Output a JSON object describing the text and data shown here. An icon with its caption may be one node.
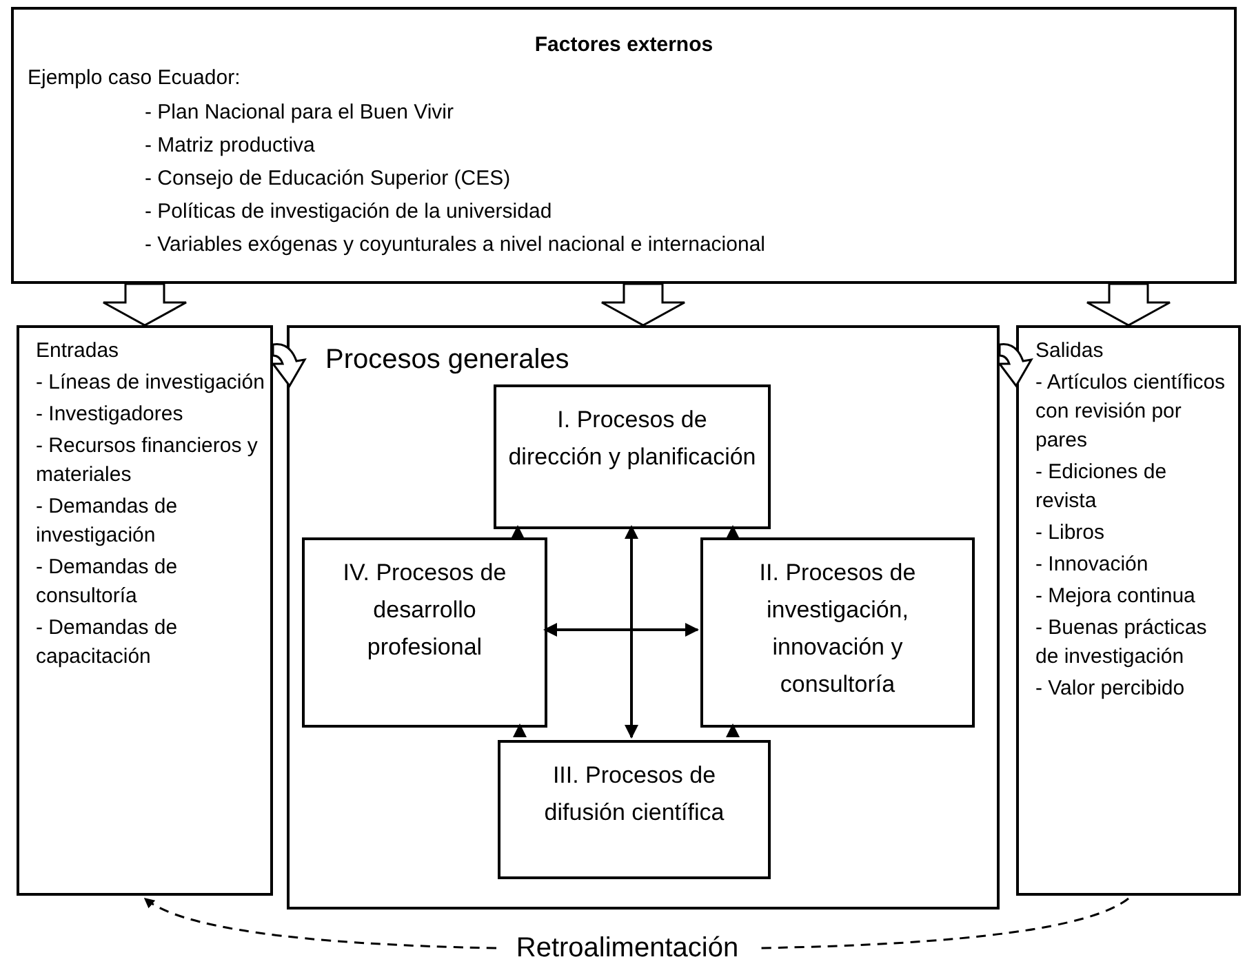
{
  "diagram": {
    "nodes": [
      {
        "text": [
          "Factores externos",
          "Ejemplo caso Ecuador:",
          "- Plan Nacional para el Buen Vivir",
          "- Matriz productiva",
          "- Consejo de Educación Superior (CES)",
          "- Políticas de investigación de la universidad",
          "- Variables exógenas y coyunturales a nivel nacional e internacional"
        ]
      },
      {
        "text": [
          "Entradas",
          "- Líneas de investigación",
          "- Investigadores",
          "- Recursos financieros y materiales",
          "- Demandas de investigación",
          "- Demandas de consultoría",
          "- Demandas de capacitación"
        ]
      },
      {
        "text": [
          "Procesos generales"
        ]
      },
      {
        "text": [
          "I. Procesos de dirección y planificación"
        ],
        "in": 2
      },
      {
        "text": [
          "II. Procesos de investigación, innovación y consultoría"
        ],
        "in": 2
      },
      {
        "text": [
          "III. Procesos de difusión científica"
        ],
        "in": 2
      },
      {
        "text": [
          "IV. Procesos de desarrollo profesional"
        ],
        "in": 2
      },
      {
        "text": [
          "Salidas",
          "- Artículos científicos con revisión por pares",
          "- Ediciones de revista",
          "- Libros",
          "- Innovación",
          "- Mejora continua",
          "- Buenas prácticas de investigación",
          "- Valor percibido"
        ]
      },
      {
        "text": [
          "Retroalimentación"
        ]
      }
    ],
    "edges": [
      {
        "from": 0,
        "to": 1,
        "arrow": "to",
        "style": "thick"
      },
      {
        "from": 0,
        "to": 2,
        "arrow": "to",
        "style": "thick"
      },
      {
        "from": 0,
        "to": 7,
        "arrow": "to",
        "style": "thick"
      },
      {
        "from": 1,
        "to": 2,
        "arrow": "to",
        "style": "thick"
      },
      {
        "from": 2,
        "to": 7,
        "arrow": "to",
        "style": "thick"
      },
      {
        "from": 6,
        "to": 3,
        "arrow": "to"
      },
      {
        "from": 4,
        "to": 3,
        "arrow": "to"
      },
      {
        "from": 5,
        "to": 6,
        "arrow": "to"
      },
      {
        "from": 5,
        "to": 4,
        "arrow": "to"
      },
      {
        "from": 3,
        "to": 5,
        "arrow": "both"
      },
      {
        "from": 6,
        "to": 4,
        "arrow": "both"
      },
      {
        "from": 7,
        "to": 8,
        "arrow": "none",
        "style": "dashed"
      },
      {
        "from": 8,
        "to": 1,
        "arrow": "to",
        "style": "dashed"
      }
    ]
  }
}
